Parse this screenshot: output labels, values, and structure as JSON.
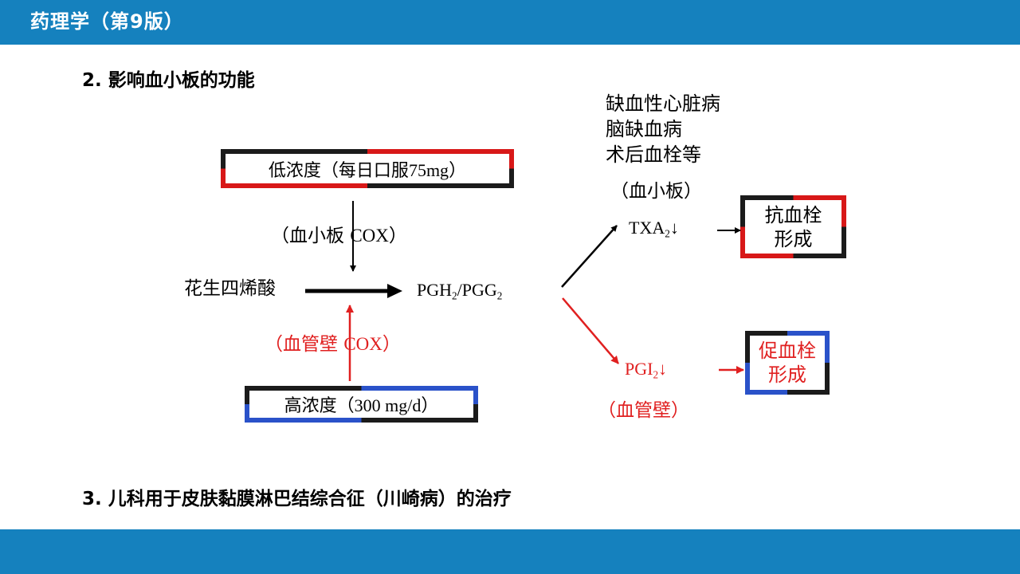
{
  "header": {
    "title": "药理学（第9版）"
  },
  "section2": {
    "heading": "2. 影响血小板的功能"
  },
  "diseases": {
    "line1": "缺血性心脏病",
    "line2": "脑缺血病",
    "line3": "术后血栓等"
  },
  "low_dose": {
    "prefix": "低浓度（每日口服",
    "dose": "75mg",
    "suffix": "）"
  },
  "platelet_cox": {
    "prefix": "（血小板 ",
    "cox": "COX",
    "suffix": "）"
  },
  "arachidonic_acid": "花生四烯酸",
  "pgh": {
    "a": "PGH",
    "sub1": "2",
    "b": "/PGG",
    "sub2": "2"
  },
  "vessel_cox": {
    "prefix": "（血管壁 ",
    "cox": "COX",
    "suffix": "）"
  },
  "high_dose": {
    "prefix": "高浓度（",
    "dose": "300 mg/d",
    "suffix": "）"
  },
  "platelet_label": "（血小板）",
  "txa": {
    "name": "TXA",
    "sub": "2",
    "arrow": "↓"
  },
  "antithrombotic": {
    "line1": "抗血栓",
    "line2": "形成"
  },
  "pgi": {
    "name": "PGI",
    "sub": "2",
    "arrow": "↓"
  },
  "prothrombotic": {
    "line1": "促血栓",
    "line2": "形成"
  },
  "vessel_label": "（血管壁）",
  "section3": {
    "heading": "3. 儿科用于皮肤黏膜淋巴结综合征（川崎病）的治疗"
  },
  "colors": {
    "brand_band": "#1581be",
    "red": "#e02020",
    "blue_box": "#2a52c9"
  }
}
